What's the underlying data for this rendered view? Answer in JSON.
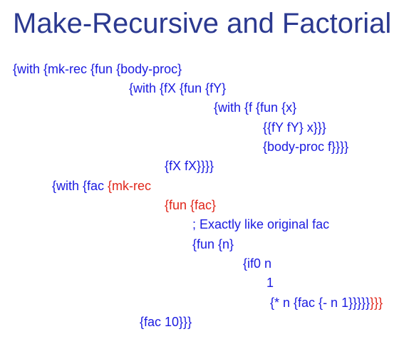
{
  "slide": {
    "title": "Make-Recursive and Factorial"
  },
  "code": {
    "lines": [
      [
        {
          "text": "{with {mk-rec {fun {body-proc}",
          "color": "normal"
        }
      ],
      [
        {
          "text": "{with {fX {fun {fY}",
          "color": "normal"
        }
      ],
      [
        {
          "text": "{with {f {fun {x}",
          "color": "normal"
        }
      ],
      [
        {
          "text": "{{fY fY} x}}}",
          "color": "normal"
        }
      ],
      [
        {
          "text": "{body-proc f}}}}",
          "color": "normal"
        }
      ],
      [
        {
          "text": "{fX fX}}}}",
          "color": "normal"
        }
      ],
      [
        {
          "text": "{with {fac ",
          "color": "normal"
        },
        {
          "text": "{mk-rec",
          "color": "red"
        }
      ],
      [
        {
          "text": "{fun {fac}",
          "color": "red"
        }
      ],
      [
        {
          "text": "; Exactly like original fac",
          "color": "normal"
        }
      ],
      [
        {
          "text": "{fun {n}",
          "color": "normal"
        }
      ],
      [
        {
          "text": "{if0 n",
          "color": "normal"
        }
      ],
      [
        {
          "text": "1",
          "color": "normal"
        }
      ],
      [
        {
          "text": "{* n {fac {- n 1}}}}}",
          "color": "normal"
        },
        {
          "text": "}}}",
          "color": "red"
        }
      ],
      [
        {
          "text": "{fac 10}}}",
          "color": "normal"
        }
      ]
    ]
  },
  "colors": {
    "title": "#2b3990",
    "code": "#1a1ae0",
    "highlight": "#e0261a",
    "background": "#ffffff"
  }
}
